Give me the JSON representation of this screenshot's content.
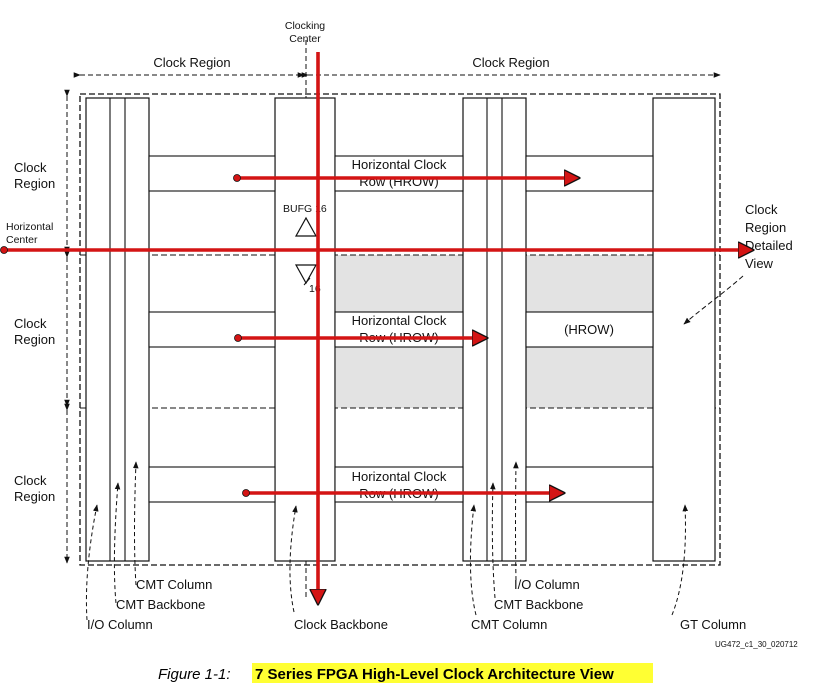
{
  "labels": {
    "clocking_center_1": "Clocking",
    "clocking_center_2": "Center",
    "clock_region_top_left": "Clock Region",
    "clock_region_top_right": "Clock Region",
    "clock_region_1a": "Clock",
    "clock_region_1b": "Region",
    "clock_region_2a": "Clock",
    "clock_region_2b": "Region",
    "clock_region_3a": "Clock",
    "clock_region_3b": "Region",
    "horizontal_center_1": "Horizontal",
    "horizontal_center_2": "Center",
    "hrow_1_line1": "Horizontal Clock",
    "hrow_1_line2": "Row (HROW)",
    "hrow_2_line1": "Horizontal Clock",
    "hrow_2_line2": "Row (HROW)",
    "hrow_3_line1": "Horizontal Clock",
    "hrow_3_line2": "Row (HROW)",
    "hrow_short": "(HROW)",
    "bufg_top": "BUFG 16",
    "bufg_bottom": "16",
    "detail_1": "Clock",
    "detail_2": "Region",
    "detail_3": "Detailed",
    "detail_4": "View",
    "cmt_column": "CMT Column",
    "cmt_backbone": "CMT Backbone",
    "io_column_left": "I/O Column",
    "clock_backbone": "Clock Backbone",
    "io_column_right": "I/O Column",
    "cmt_backbone_right": "CMT Backbone",
    "cmt_column_right": "CMT Column",
    "gt_column": "GT Column",
    "doc_id": "UG472_c1_30_020712"
  },
  "caption": {
    "prefix": "Figure 1-1:",
    "title": "7 Series FPGA High-Level Clock Architecture View"
  },
  "colors": {
    "arrow_red": "#d41414",
    "detail_fill": "#e3e3e3",
    "caption_highlight": "#ffff33"
  }
}
